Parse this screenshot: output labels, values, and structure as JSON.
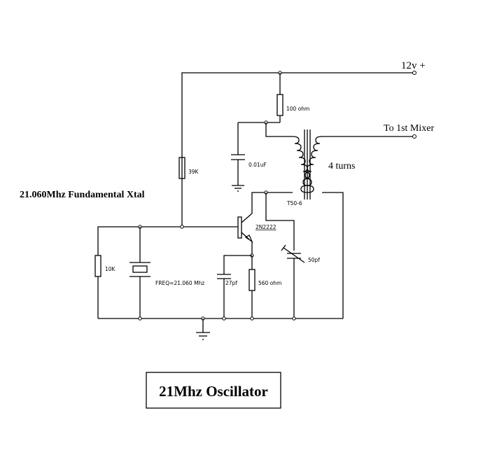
{
  "diagram": {
    "title": "21Mhz Oscillator",
    "subtitle": "21.060Mhz Fundamental Xtal",
    "terminals": {
      "supply": "12v +",
      "output": "To 1st Mixer"
    },
    "components": {
      "r_collector": "100 ohm",
      "c_bypass": "0.01uF",
      "r_bias_top": "39K",
      "r_bias_bottom": "10K",
      "crystal": "FREQ=21.060 Mhz",
      "transistor": "2N2222",
      "c_emitter": "27pf",
      "r_emitter": "560 ohm",
      "c_trimmer": "50pf",
      "transformer_core": "T50-6",
      "secondary_turns": "4 turns"
    }
  }
}
